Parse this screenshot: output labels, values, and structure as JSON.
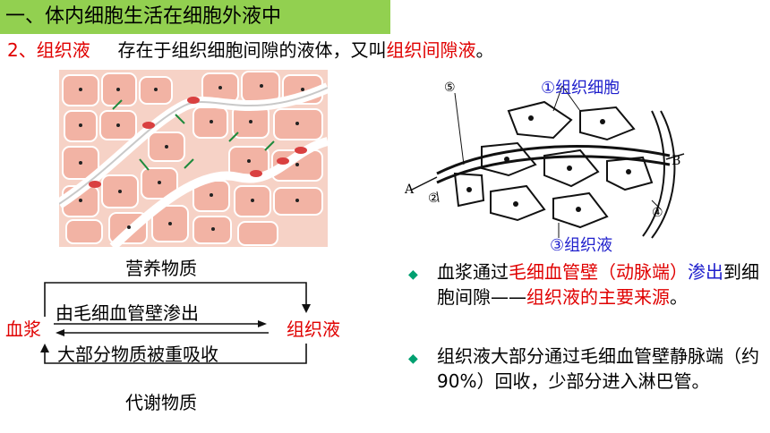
{
  "banner": {
    "title": "一、体内细胞生活在细胞外液中"
  },
  "subtitle": {
    "num": "2、组织液",
    "text": "存在于组织细胞间隙的液体，又叫",
    "highlight": "组织间隙液",
    "end": "。"
  },
  "diagram": {
    "labels": {
      "cells": "①组织细胞",
      "interstitial": "③组织液",
      "n2": "②",
      "n4": "④",
      "n5": "⑤",
      "a": "A",
      "b": "B"
    }
  },
  "cycle": {
    "top": "营养物质",
    "left": "血浆",
    "right": "组织液",
    "forward": "由毛细血管壁渗出",
    "backward": "大部分物质被重吸收",
    "bottom": "代谢物质"
  },
  "bullets": [
    {
      "p1": "血浆通过",
      "p2": "毛细血管壁（动脉端）",
      "p3": "渗出",
      "p4": "到细胞间隙——",
      "p5": "组织液的主要来源",
      "p6": "。"
    },
    {
      "text": "组织液大部分通过毛细血管壁静脉端（约90%）回收，少部分进入淋巴管。"
    }
  ],
  "colors": {
    "banner": "#92d050",
    "red": "#e00000",
    "blue": "#1f1fcc",
    "bullet": "#00a070"
  }
}
